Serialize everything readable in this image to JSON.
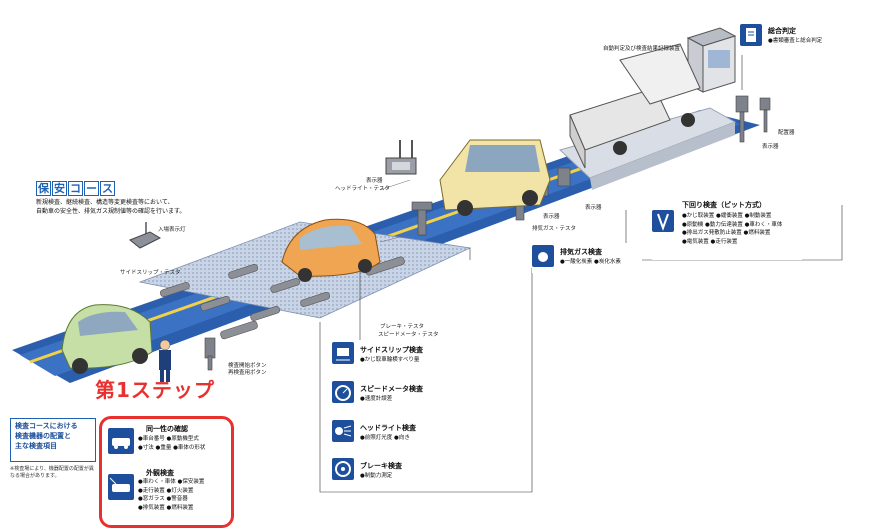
{
  "course": {
    "title_chars": [
      "保",
      "安",
      "コ",
      "ー",
      "ス"
    ],
    "desc_lines": [
      "新規検査、継続検査、構造等変更検査等において、",
      "自動車の安全性、排気ガス規制値等の確認を行います。"
    ]
  },
  "step_label": "第1ステップ",
  "left_note": {
    "lines": [
      "検査コースにおける",
      "検査機器の配置と",
      "主な検査項目"
    ]
  },
  "left_foot": "※検査場により、機器配置の配置が異なる場合があります。",
  "labels": {
    "sogo_hantei_machine": "自動判定及び検査結果記録装置",
    "nyuryoku_tanmatsu": "入場表示灯",
    "sideslip_tester": "サイドスリップ・テスタ",
    "headlight_tester": "ヘッドライト・テスタ",
    "hyoji_ki": "表示器",
    "haiki_tester": "排気ガス・テスタ",
    "hyoji_ki2": "表示器",
    "hyoji_ki3": "表示器",
    "hyoji_ki4": "表示器",
    "brake_tester": "ブレーキ・テスタ",
    "speed_tester": "スピードメータ・テスタ",
    "kensa_button": "検査開始ボタン",
    "kensa_button2": "再検査用ボタン",
    "haishiki_label": "配置器",
    "sokuteiki": "表示器"
  },
  "panels": {
    "sogo": {
      "title": "総合判定",
      "items": [
        "●書類審査と総合判定"
      ]
    },
    "shitamawari": {
      "title": "下回り検査（ピット方式）",
      "items": [
        "●かじ取装置 ●緩衝装置 ●制動装置",
        "●原動機 ●動力伝達装置 ●車わく・車体",
        "●排出ガス発散防止装置 ●燃料装置",
        "●電気装置 ●走行装置"
      ]
    },
    "haiki": {
      "title": "排気ガス検査",
      "items": [
        "●一酸化炭素 ●炭化水素"
      ]
    },
    "sideslip": {
      "title": "サイドスリップ検査",
      "items": [
        "●かじ取車輪横すべり量"
      ]
    },
    "speed": {
      "title": "スピードメータ検査",
      "items": [
        "●速度計誤差"
      ]
    },
    "headlight": {
      "title": "ヘッドライト検査",
      "items": [
        "●前照灯光度 ●向き"
      ]
    },
    "brake": {
      "title": "ブレーキ検査",
      "items": [
        "●制動力測定"
      ]
    },
    "doitsusei": {
      "title": "同一性の確認",
      "items": [
        "●車台番号 ●原動機型式",
        "●寸法 ●重量 ●車体の形状"
      ]
    },
    "gaikan": {
      "title": "外観検査",
      "items": [
        "●車わく・車体 ●保安装置",
        "●走行装置 ●灯火装置",
        "●窓ガラス ●警音器",
        "●排気装置 ●燃料装置"
      ]
    }
  },
  "colors": {
    "accent": "#1d62b5",
    "icon": "#1d4f9c",
    "highlight": "#e8312f",
    "lane": "#f2d14a"
  }
}
